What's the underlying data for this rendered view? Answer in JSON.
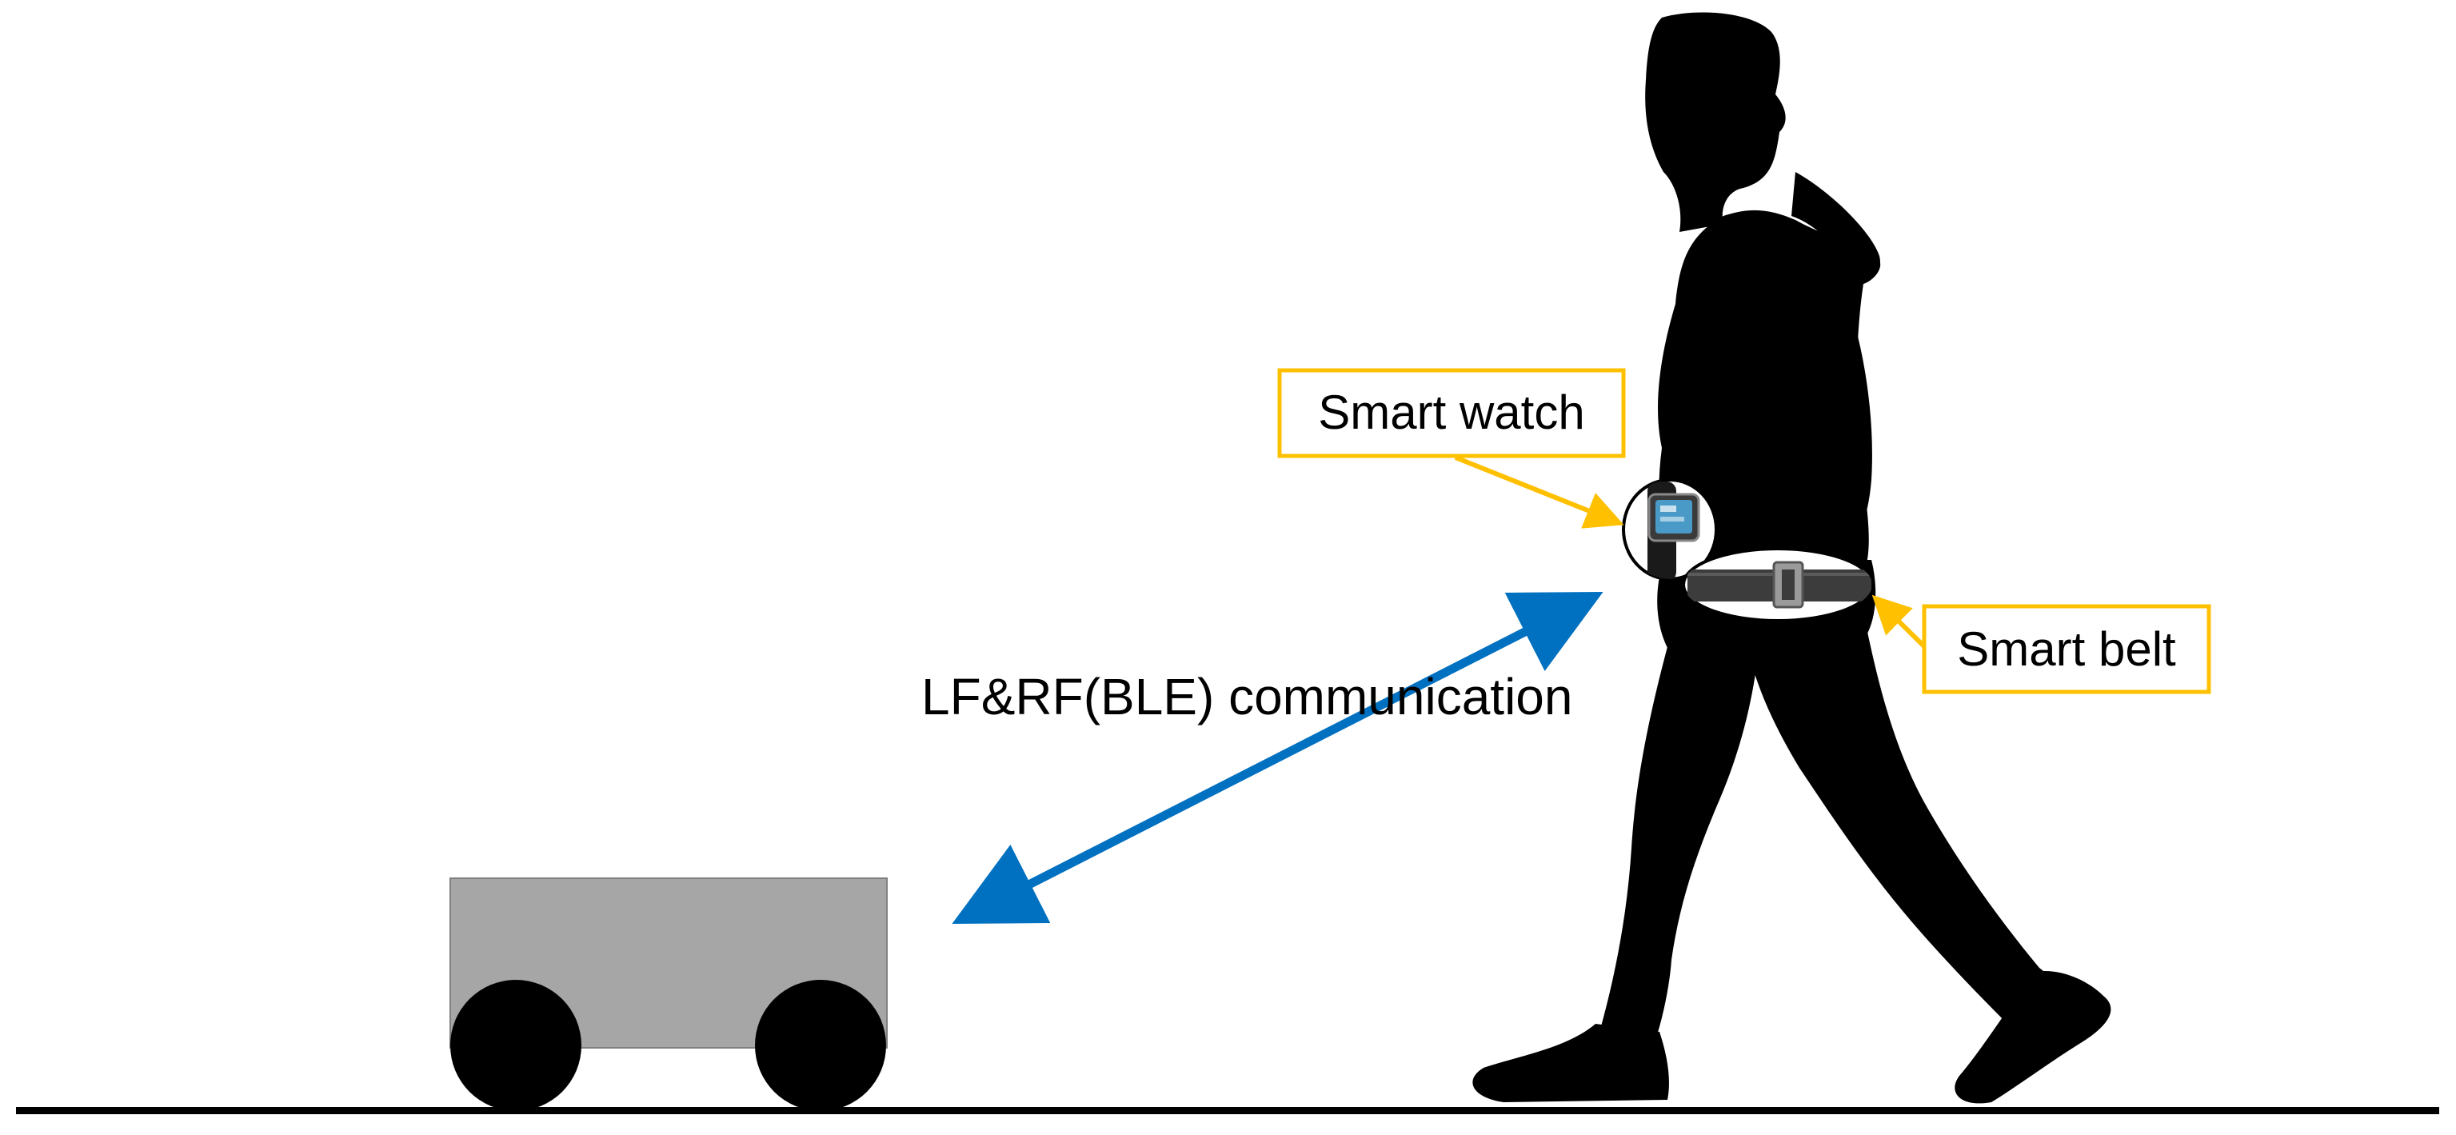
{
  "labels": {
    "communication": "LF&RF(BLE) communication",
    "smart_watch": "Smart watch",
    "smart_belt": "Smart belt"
  },
  "colors": {
    "callout_border": "#FFC000",
    "arrow": "#0070C0",
    "cart_body": "#A6A6A6",
    "silhouette": "#000000",
    "ground": "#000000"
  },
  "icons": {
    "person": "walking-person-silhouette",
    "cart": "robot-cart",
    "watch": "smart-watch-icon",
    "belt": "smart-belt-icon"
  }
}
